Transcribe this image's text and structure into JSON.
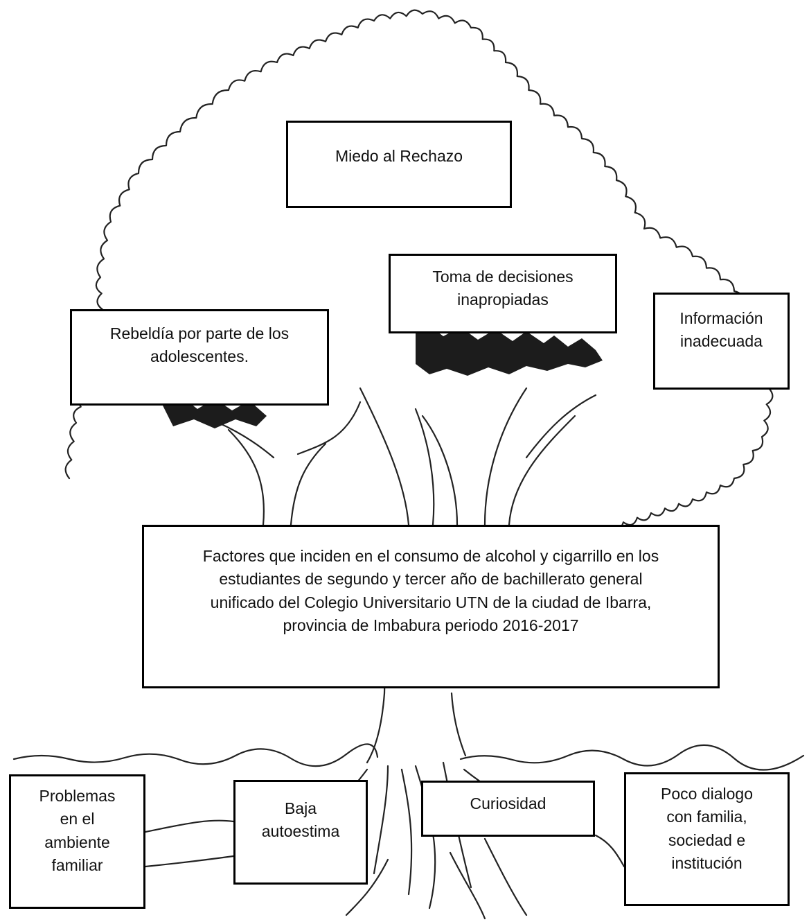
{
  "diagram": {
    "top_box": "Miedo al Rechazo",
    "decisions_box": "Toma de decisiones\ninapropiadas",
    "information_box": "Información\ninadecuada",
    "rebellion_box": "Rebeldía por parte de los\nadolescentes.",
    "central_problem": "Factores que inciden en el consumo de alcohol y cigarrillo en los\nestudiantes de segundo y tercer año de bachillerato general\nunificado del Colegio Universitario UTN de la ciudad de Ibarra,\nprovincia de Imbabura periodo 2016-2017",
    "root_causes": [
      "Problemas\nen el\nambiente\nfamiliar",
      "Baja\nautoestima",
      "Curiosidad",
      "Poco dialogo\ncon familia,\nsociedad e\ninstitución"
    ]
  }
}
